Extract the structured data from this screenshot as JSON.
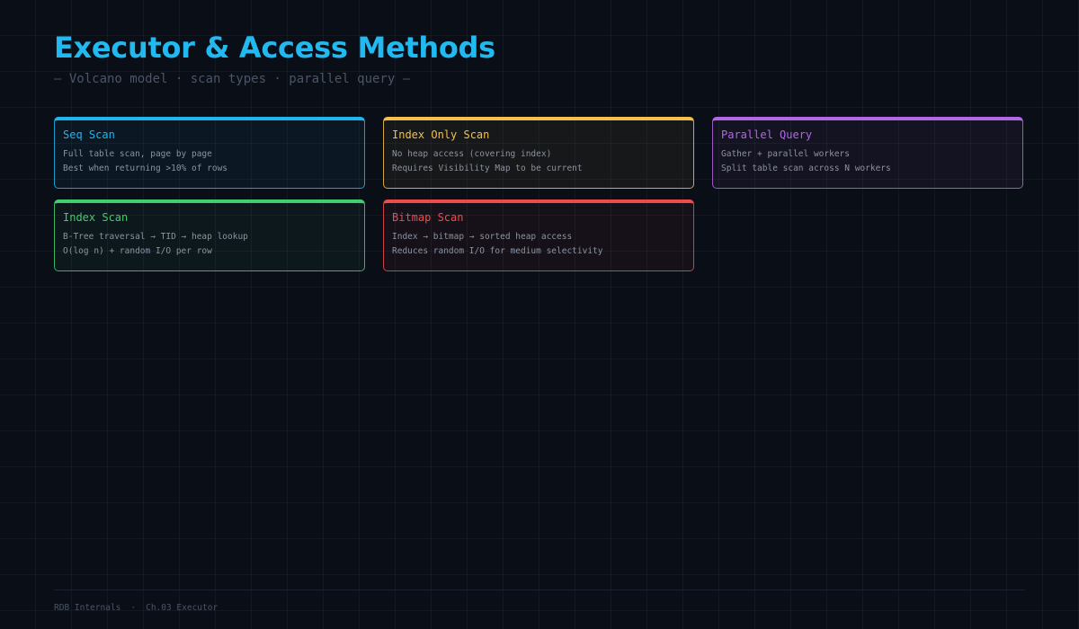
{
  "header": {
    "title": "Executor & Access Methods",
    "subtitle": "— Volcano model · scan types · parallel query —"
  },
  "cards": [
    {
      "title": "Seq Scan",
      "color": "#1fb6f0",
      "lines": [
        "Full table scan, page by page",
        "Best when returning >10% of rows"
      ]
    },
    {
      "title": "Index Only Scan",
      "color": "#f5c04a",
      "lines": [
        "No heap access (covering index)",
        "Requires Visibility Map to be current"
      ]
    },
    {
      "title": "Parallel Query",
      "color": "#b267e6",
      "lines": [
        "Gather + parallel workers",
        "Split table scan across N workers"
      ]
    },
    {
      "title": "Index Scan",
      "color": "#3fcf6e",
      "lines": [
        "B-Tree traversal → TID → heap lookup",
        "O(log n) + random I/O per row"
      ]
    },
    {
      "title": "Bitmap Scan",
      "color": "#f04b4b",
      "lines": [
        "Index → bitmap → sorted heap access",
        "Reduces random I/O for medium selectivity"
      ]
    }
  ],
  "footer": {
    "book": "RDB Internals",
    "separator": "·",
    "chapter": "Ch.03 Executor"
  }
}
